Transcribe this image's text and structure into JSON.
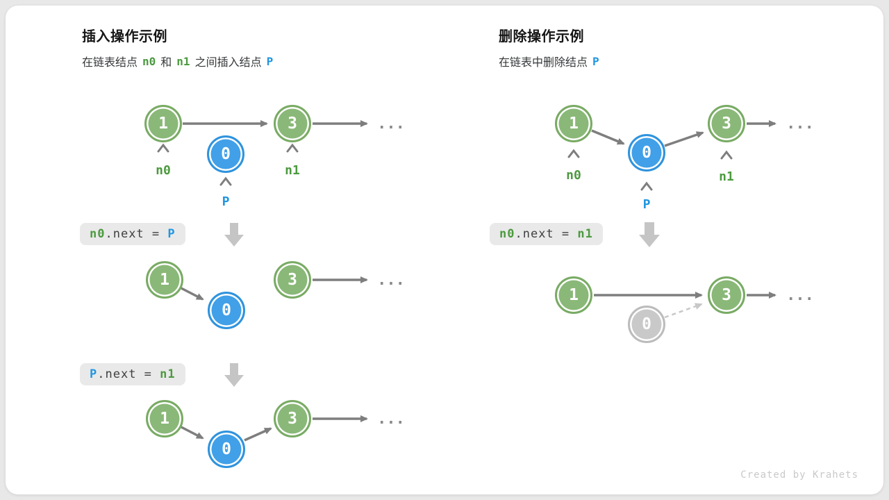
{
  "page": {
    "credit": "Created by Krahets"
  },
  "colors": {
    "node_green": "#8ab878",
    "node_blue": "#41a0e8",
    "node_gray": "#c9c9c9",
    "label_green": "#4c9a3f",
    "label_blue": "#2196e0",
    "arrow_gray": "#7e7e7e",
    "dashed_arrow_gray": "#c8c8c8",
    "block_arrow_gray": "#c5c5c5",
    "chip_bg": "#e9e9e9",
    "card_bg": "#ffffff",
    "page_bg": "#e8e8e8"
  },
  "left": {
    "title": "插入操作示例",
    "subtitle": {
      "part1": "在链表结点",
      "code1": "n0",
      "part2": "和",
      "code2": "n1",
      "part3": "之间插入结点",
      "code3": "P"
    },
    "chip1": {
      "lhs": "n0",
      "mid": ".next = ",
      "rhs": "P"
    },
    "chip2": {
      "lhs": "P",
      "mid": ".next = ",
      "rhs": "n1"
    }
  },
  "right": {
    "title": "删除操作示例",
    "subtitle": {
      "part1": "在链表中删除结点",
      "code1": "P"
    },
    "chip1": {
      "lhs": "n0",
      "mid": ".next = ",
      "rhs": "n1"
    }
  },
  "nodes": {
    "first": "1",
    "inserted": "0",
    "third": "3"
  },
  "pointers": {
    "n0": "n0",
    "n1": "n1",
    "p": "P"
  },
  "ellipsis": "..."
}
